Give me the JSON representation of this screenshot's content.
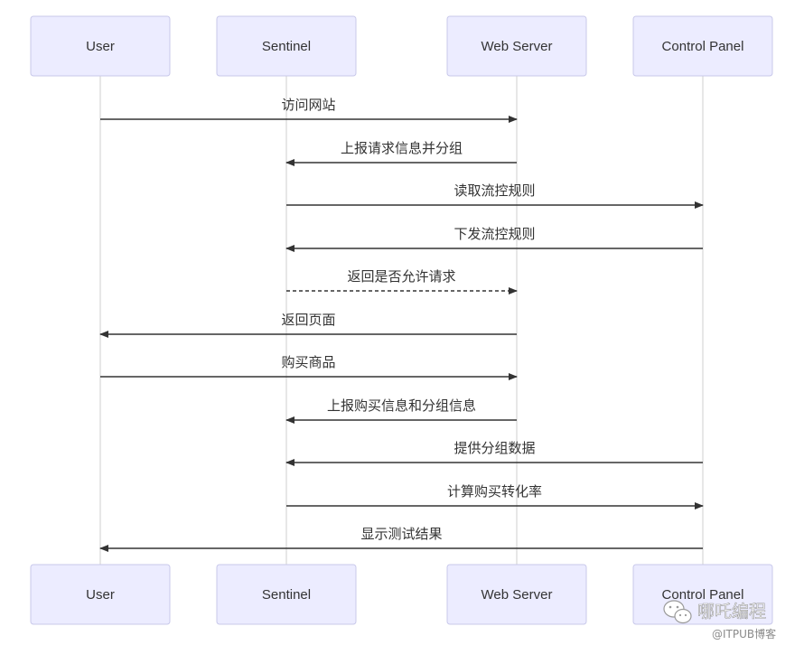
{
  "participants": [
    {
      "id": "user",
      "label": "User"
    },
    {
      "id": "sentinel",
      "label": "Sentinel"
    },
    {
      "id": "web",
      "label": "Web Server"
    },
    {
      "id": "control",
      "label": "Control Panel"
    }
  ],
  "messages": [
    {
      "from": "user",
      "to": "web",
      "label": "访问网站",
      "style": "solid"
    },
    {
      "from": "web",
      "to": "sentinel",
      "label": "上报请求信息并分组",
      "style": "solid"
    },
    {
      "from": "sentinel",
      "to": "control",
      "label": "读取流控规则",
      "style": "solid"
    },
    {
      "from": "control",
      "to": "sentinel",
      "label": "下发流控规则",
      "style": "solid"
    },
    {
      "from": "sentinel",
      "to": "web",
      "label": "返回是否允许请求",
      "style": "dashed"
    },
    {
      "from": "web",
      "to": "user",
      "label": "返回页面",
      "style": "solid"
    },
    {
      "from": "user",
      "to": "web",
      "label": "购买商品",
      "style": "solid"
    },
    {
      "from": "web",
      "to": "sentinel",
      "label": "上报购买信息和分组信息",
      "style": "solid"
    },
    {
      "from": "control",
      "to": "sentinel",
      "label": "提供分组数据",
      "style": "solid"
    },
    {
      "from": "sentinel",
      "to": "control",
      "label": "计算购买转化率",
      "style": "solid"
    },
    {
      "from": "control",
      "to": "user",
      "label": "显示测试结果",
      "style": "solid"
    }
  ],
  "watermark": {
    "main": "哪吒编程",
    "sub": "@ITPUB博客",
    "icon": "wechat-icon"
  },
  "colors": {
    "actor_fill": "#ECECFF",
    "actor_border": "#C8C8EA",
    "line": "#333333",
    "lifeline": "#CFCFCF"
  }
}
